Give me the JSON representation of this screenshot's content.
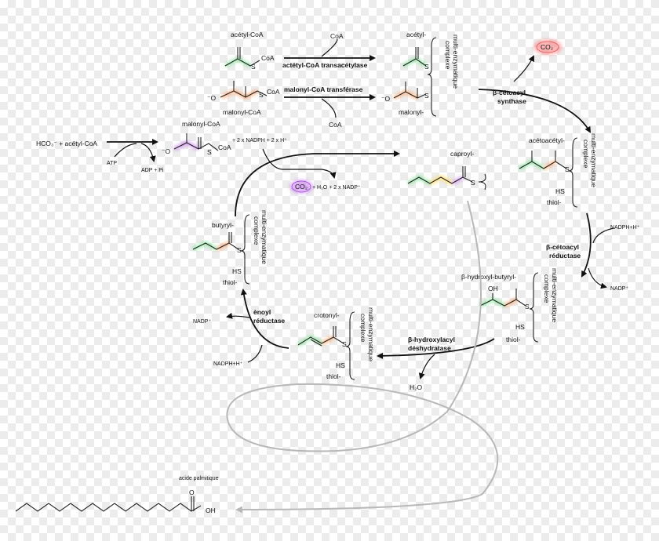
{
  "labels": {
    "acetyl_coa": "acétyl-CoA",
    "coa": "CoA",
    "malonyl_coa": "malonyl-CoA",
    "acetyl": "acétyl-",
    "malonyl": "malonyl-",
    "hco3": "HCO₃⁻ + acétyl-CoA",
    "atp": "ATP",
    "adp": "ADP + Pi",
    "nadph_input": "+ 2 x NADPH + 2 x H⁺",
    "co2": "CO₂",
    "byproducts": "+ H₂O + 2 x NADP⁺",
    "caproyl": "caproyl-",
    "acetoacetyl": "acétoacétyl-",
    "butyryl": "butyryl-",
    "beta_hydroxy": "β-hydroxyl-butyryl-",
    "crotonyl": "crotonyl-",
    "hs": "HS",
    "thiol": "thiol-",
    "s": "S",
    "oh": "OH",
    "o": "O",
    "o_minus": "⁻O",
    "nadph_h": "NADPH+H⁺",
    "nadp": "NADP⁺",
    "h2o": "H₂O",
    "acide_palmitique": "acide palmitique",
    "complexe": "complexe",
    "multi": "multi-enzymatique"
  },
  "enzymes": {
    "transacetylase": "actétyl-CoA transacétylase",
    "transferase": "malonyl-CoA transférase",
    "synthase_1": "β-cétoacyl",
    "synthase_2": "synthase",
    "reductase_1": "β-cétoacyl",
    "reductase_2": "réductase",
    "deshydratase_1": "β-hydroxylacyl",
    "deshydratase_2": "déshydratase",
    "enoyl_1": "ènoyl",
    "enoyl_2": "réductase"
  },
  "colors": {
    "green": "#5fe07a",
    "orange": "#ff8a3d",
    "purple": "#c46cf0",
    "red": "#ff6060",
    "yellow": "#ffd23a"
  }
}
